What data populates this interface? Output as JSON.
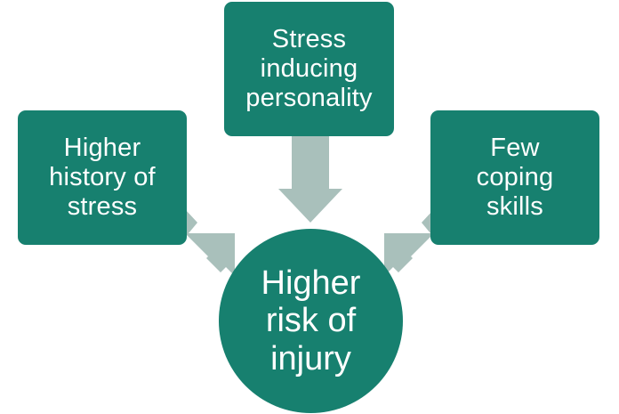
{
  "diagram": {
    "causes": [
      {
        "label": "Higher\nhistory of\nstress"
      },
      {
        "label": "Stress\ninducing\npersonality"
      },
      {
        "label": "Few\ncoping\nskills"
      }
    ],
    "outcome": {
      "label": "Higher\nrisk of\ninjury"
    }
  },
  "colors": {
    "box_fill": "#17806f",
    "arrow_fill": "#a9c0bb",
    "text": "#ffffff"
  }
}
